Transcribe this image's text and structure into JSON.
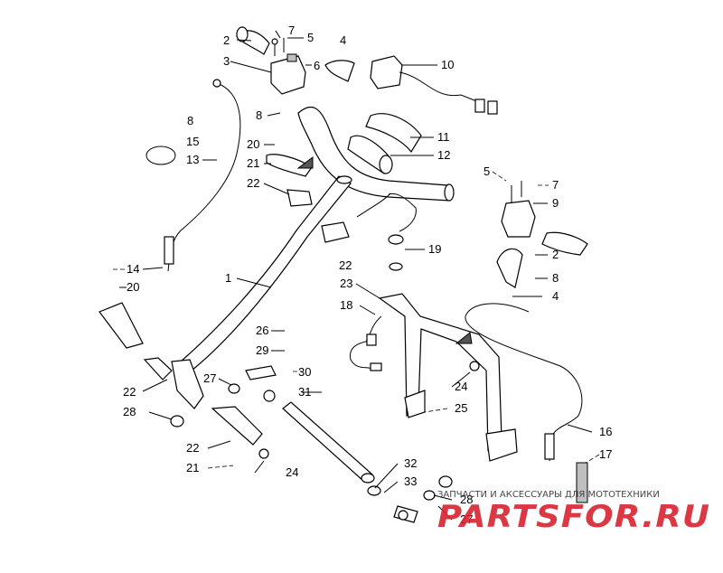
{
  "callouts": [
    {
      "id": "c-2a",
      "text": "2"
    },
    {
      "id": "c-7a",
      "text": "7"
    },
    {
      "id": "c-5a",
      "text": "5"
    },
    {
      "id": "c-4a",
      "text": "4"
    },
    {
      "id": "c-3",
      "text": "3"
    },
    {
      "id": "c-6",
      "text": "6"
    },
    {
      "id": "c-10",
      "text": "10"
    },
    {
      "id": "c-8a",
      "text": "8"
    },
    {
      "id": "c-8b",
      "text": "8"
    },
    {
      "id": "c-11",
      "text": "11"
    },
    {
      "id": "c-15",
      "text": "15"
    },
    {
      "id": "c-13",
      "text": "13"
    },
    {
      "id": "c-20a",
      "text": "20"
    },
    {
      "id": "c-21a",
      "text": "21"
    },
    {
      "id": "c-12",
      "text": "12"
    },
    {
      "id": "c-5b",
      "text": "5"
    },
    {
      "id": "c-7b",
      "text": "7"
    },
    {
      "id": "c-22a",
      "text": "22"
    },
    {
      "id": "c-9",
      "text": "9"
    },
    {
      "id": "c-19",
      "text": "19"
    },
    {
      "id": "c-2b",
      "text": "2"
    },
    {
      "id": "c-22b",
      "text": "22"
    },
    {
      "id": "c-14",
      "text": "14"
    },
    {
      "id": "c-8c",
      "text": "8"
    },
    {
      "id": "c-1",
      "text": "1"
    },
    {
      "id": "c-23",
      "text": "23"
    },
    {
      "id": "c-20b",
      "text": "20"
    },
    {
      "id": "c-4b",
      "text": "4"
    },
    {
      "id": "c-18",
      "text": "18"
    },
    {
      "id": "c-26",
      "text": "26"
    },
    {
      "id": "c-29",
      "text": "29"
    },
    {
      "id": "c-30",
      "text": "30"
    },
    {
      "id": "c-27a",
      "text": "27"
    },
    {
      "id": "c-31",
      "text": "31"
    },
    {
      "id": "c-24a",
      "text": "24"
    },
    {
      "id": "c-22c",
      "text": "22"
    },
    {
      "id": "c-25",
      "text": "25"
    },
    {
      "id": "c-28a",
      "text": "28"
    },
    {
      "id": "c-16",
      "text": "16"
    },
    {
      "id": "c-22d",
      "text": "22"
    },
    {
      "id": "c-17",
      "text": "17"
    },
    {
      "id": "c-21b",
      "text": "21"
    },
    {
      "id": "c-24b",
      "text": "24"
    },
    {
      "id": "c-32",
      "text": "32"
    },
    {
      "id": "c-33",
      "text": "33"
    },
    {
      "id": "c-28b",
      "text": "28"
    },
    {
      "id": "c-27b",
      "text": "27"
    }
  ],
  "watermark": {
    "subtitle": "ЗАПЧАСТИ И АКСЕССУАРЫ ДЛЯ МОТОТЕХНИКИ",
    "logo": "PARTSFOR.RU"
  }
}
